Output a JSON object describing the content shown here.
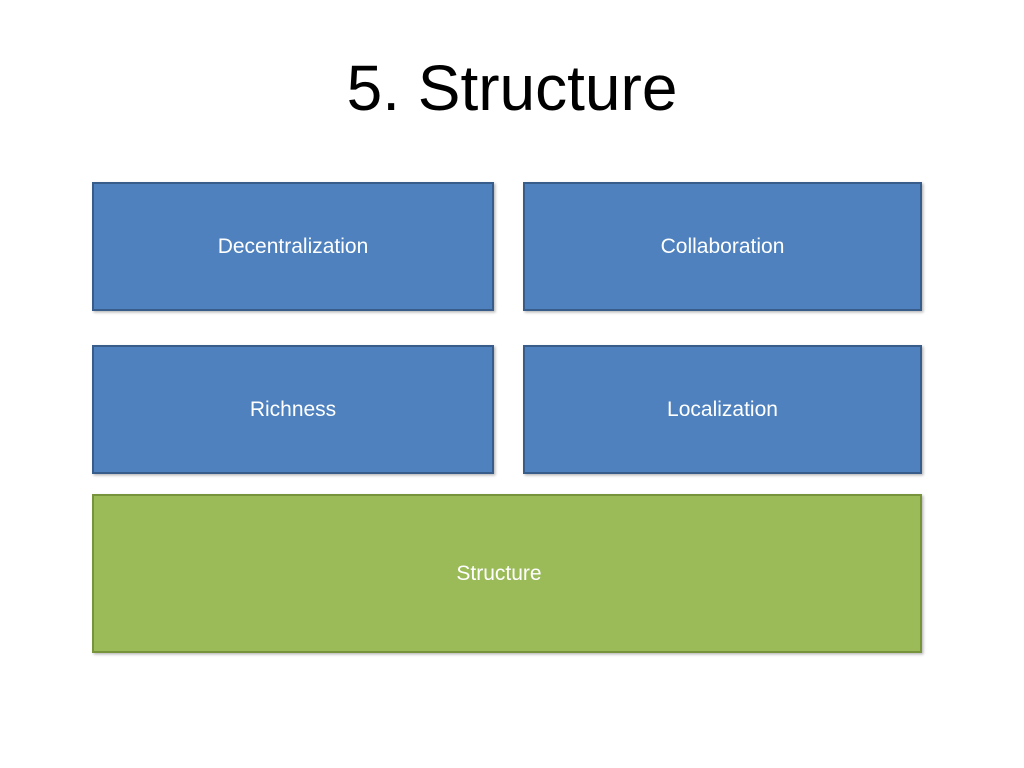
{
  "slide": {
    "title": "5. Structure",
    "background_color": "#FFFFFF",
    "title_color": "#000000"
  },
  "theme": {
    "blue_fill": "#4E81BD",
    "blue_border": "#385D8A",
    "green_fill": "#9BBB59",
    "green_border": "#77933C",
    "node_text_color": "#FFFFFF"
  },
  "diagram": {
    "type": "grouped-blocks",
    "rows": [
      {
        "nodes": [
          {
            "label": "Decentralization",
            "style": "blue"
          },
          {
            "label": "Collaboration",
            "style": "blue"
          }
        ]
      },
      {
        "nodes": [
          {
            "label": "Richness",
            "style": "blue"
          },
          {
            "label": "Localization",
            "style": "blue"
          }
        ]
      }
    ],
    "summary": {
      "label": "Structure",
      "style": "green"
    }
  }
}
